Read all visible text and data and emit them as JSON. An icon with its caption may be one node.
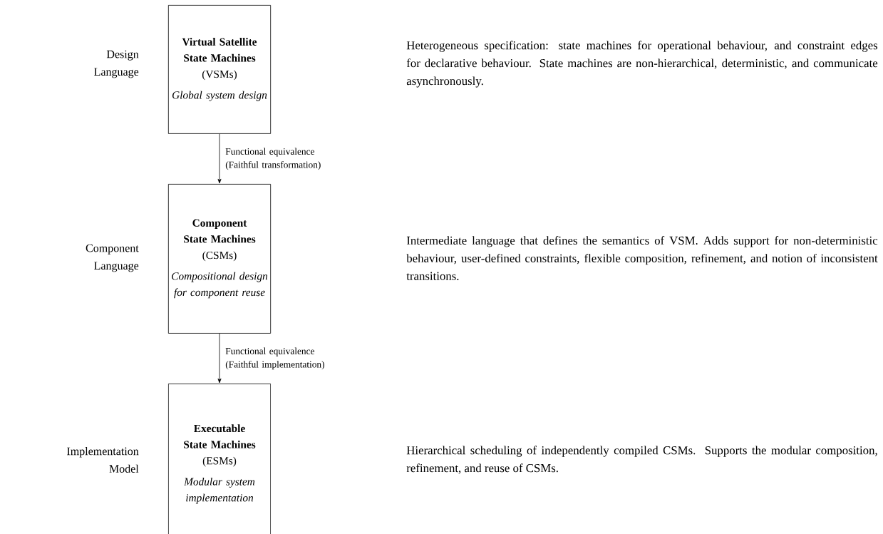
{
  "diagram": {
    "nodes": [
      {
        "text": [
          "Virtual Satellite State Machines",
          "(VSMs)",
          "Global system design"
        ]
      },
      {
        "text": [
          "Component State Machines",
          "(CSMs)",
          "Compositional design for component reuse"
        ]
      },
      {
        "text": [
          "Executable State Machines",
          "(ESMs)",
          "Modular system implementation"
        ]
      }
    ],
    "edges": [
      {
        "from": 0,
        "to": 1,
        "arrow": "to",
        "label": "Functional equivalence (Faithful transformation)"
      },
      {
        "from": 1,
        "to": 2,
        "arrow": "to",
        "label": "Functional equivalence (Faithful implementation)"
      }
    ],
    "labels": [
      "Design Language",
      "Heterogeneous specification: state machines for operational behaviour, and constraint edges for declarative behaviour. State machines are non-hierarchical, deterministic, and communicate asynchronously.",
      "Component Language",
      "Intermediate language that defines the semantics of VSM. Adds support for non-deterministic behaviour, user-defined constraints, flexible composition, refinement, and notion of inconsistent transitions.",
      "Implementation Model",
      "Hierarchical scheduling of independently compiled CSMs. Supports the modular composition, refinement, and reuse of CSMs."
    ]
  }
}
